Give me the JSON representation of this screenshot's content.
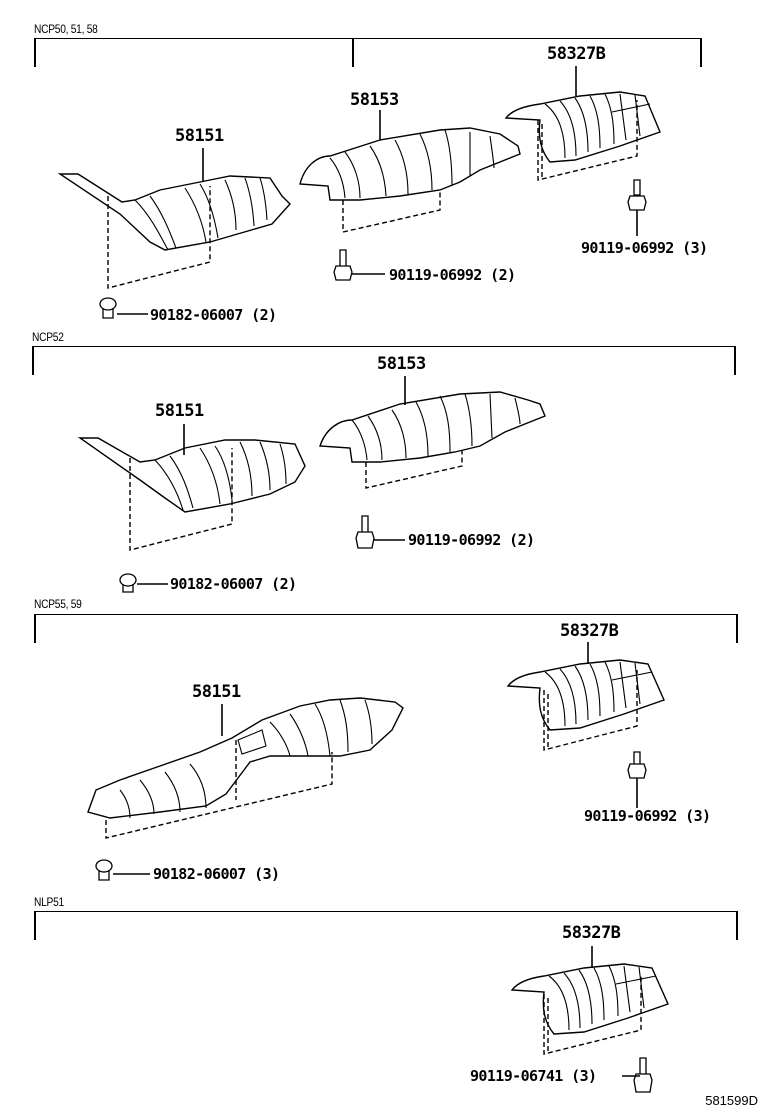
{
  "diagram": {
    "id": "581599D",
    "sections": [
      {
        "variant": "NCP50, 51, 58",
        "parts": [
          {
            "number": "58151"
          },
          {
            "number": "58153"
          },
          {
            "number": "58327B"
          }
        ],
        "fasteners": [
          {
            "label": "90182-06007 (2)"
          },
          {
            "label": "90119-06992 (2)"
          },
          {
            "label": "90119-06992 (3)"
          }
        ]
      },
      {
        "variant": "NCP52",
        "parts": [
          {
            "number": "58151"
          },
          {
            "number": "58153"
          }
        ],
        "fasteners": [
          {
            "label": "90119-06992 (2)"
          },
          {
            "label": "90182-06007 (2)"
          }
        ]
      },
      {
        "variant": "NCP55, 59",
        "parts": [
          {
            "number": "58327B"
          },
          {
            "number": "58151"
          }
        ],
        "fasteners": [
          {
            "label": "90119-06992 (3)"
          },
          {
            "label": "90182-06007 (3)"
          }
        ]
      },
      {
        "variant": "NLP51",
        "parts": [
          {
            "number": "58327B"
          }
        ],
        "fasteners": [
          {
            "label": "90119-06741 (3)"
          }
        ]
      }
    ]
  }
}
